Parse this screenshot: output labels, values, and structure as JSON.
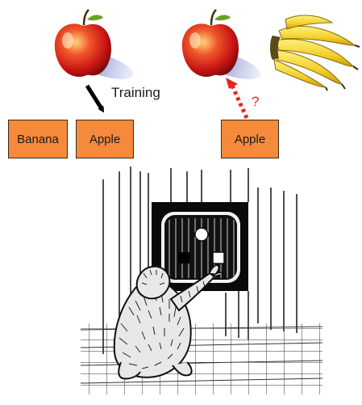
{
  "labels": {
    "left_distractor": "Banana",
    "left_trained": "Apple",
    "right_test": "Apple"
  },
  "arrows": {
    "training_label": "Training",
    "question_mark": "?"
  },
  "icons": {
    "left_fruit": "apple-icon",
    "right_fruit_1": "apple-icon",
    "right_fruit_2": "banana-bunch-icon",
    "scene": "monkey-at-touchscreen-illustration"
  },
  "colors": {
    "label_box_fill": "#f58a3c",
    "training_arrow": "#000000",
    "test_arrow": "#e4261c"
  }
}
